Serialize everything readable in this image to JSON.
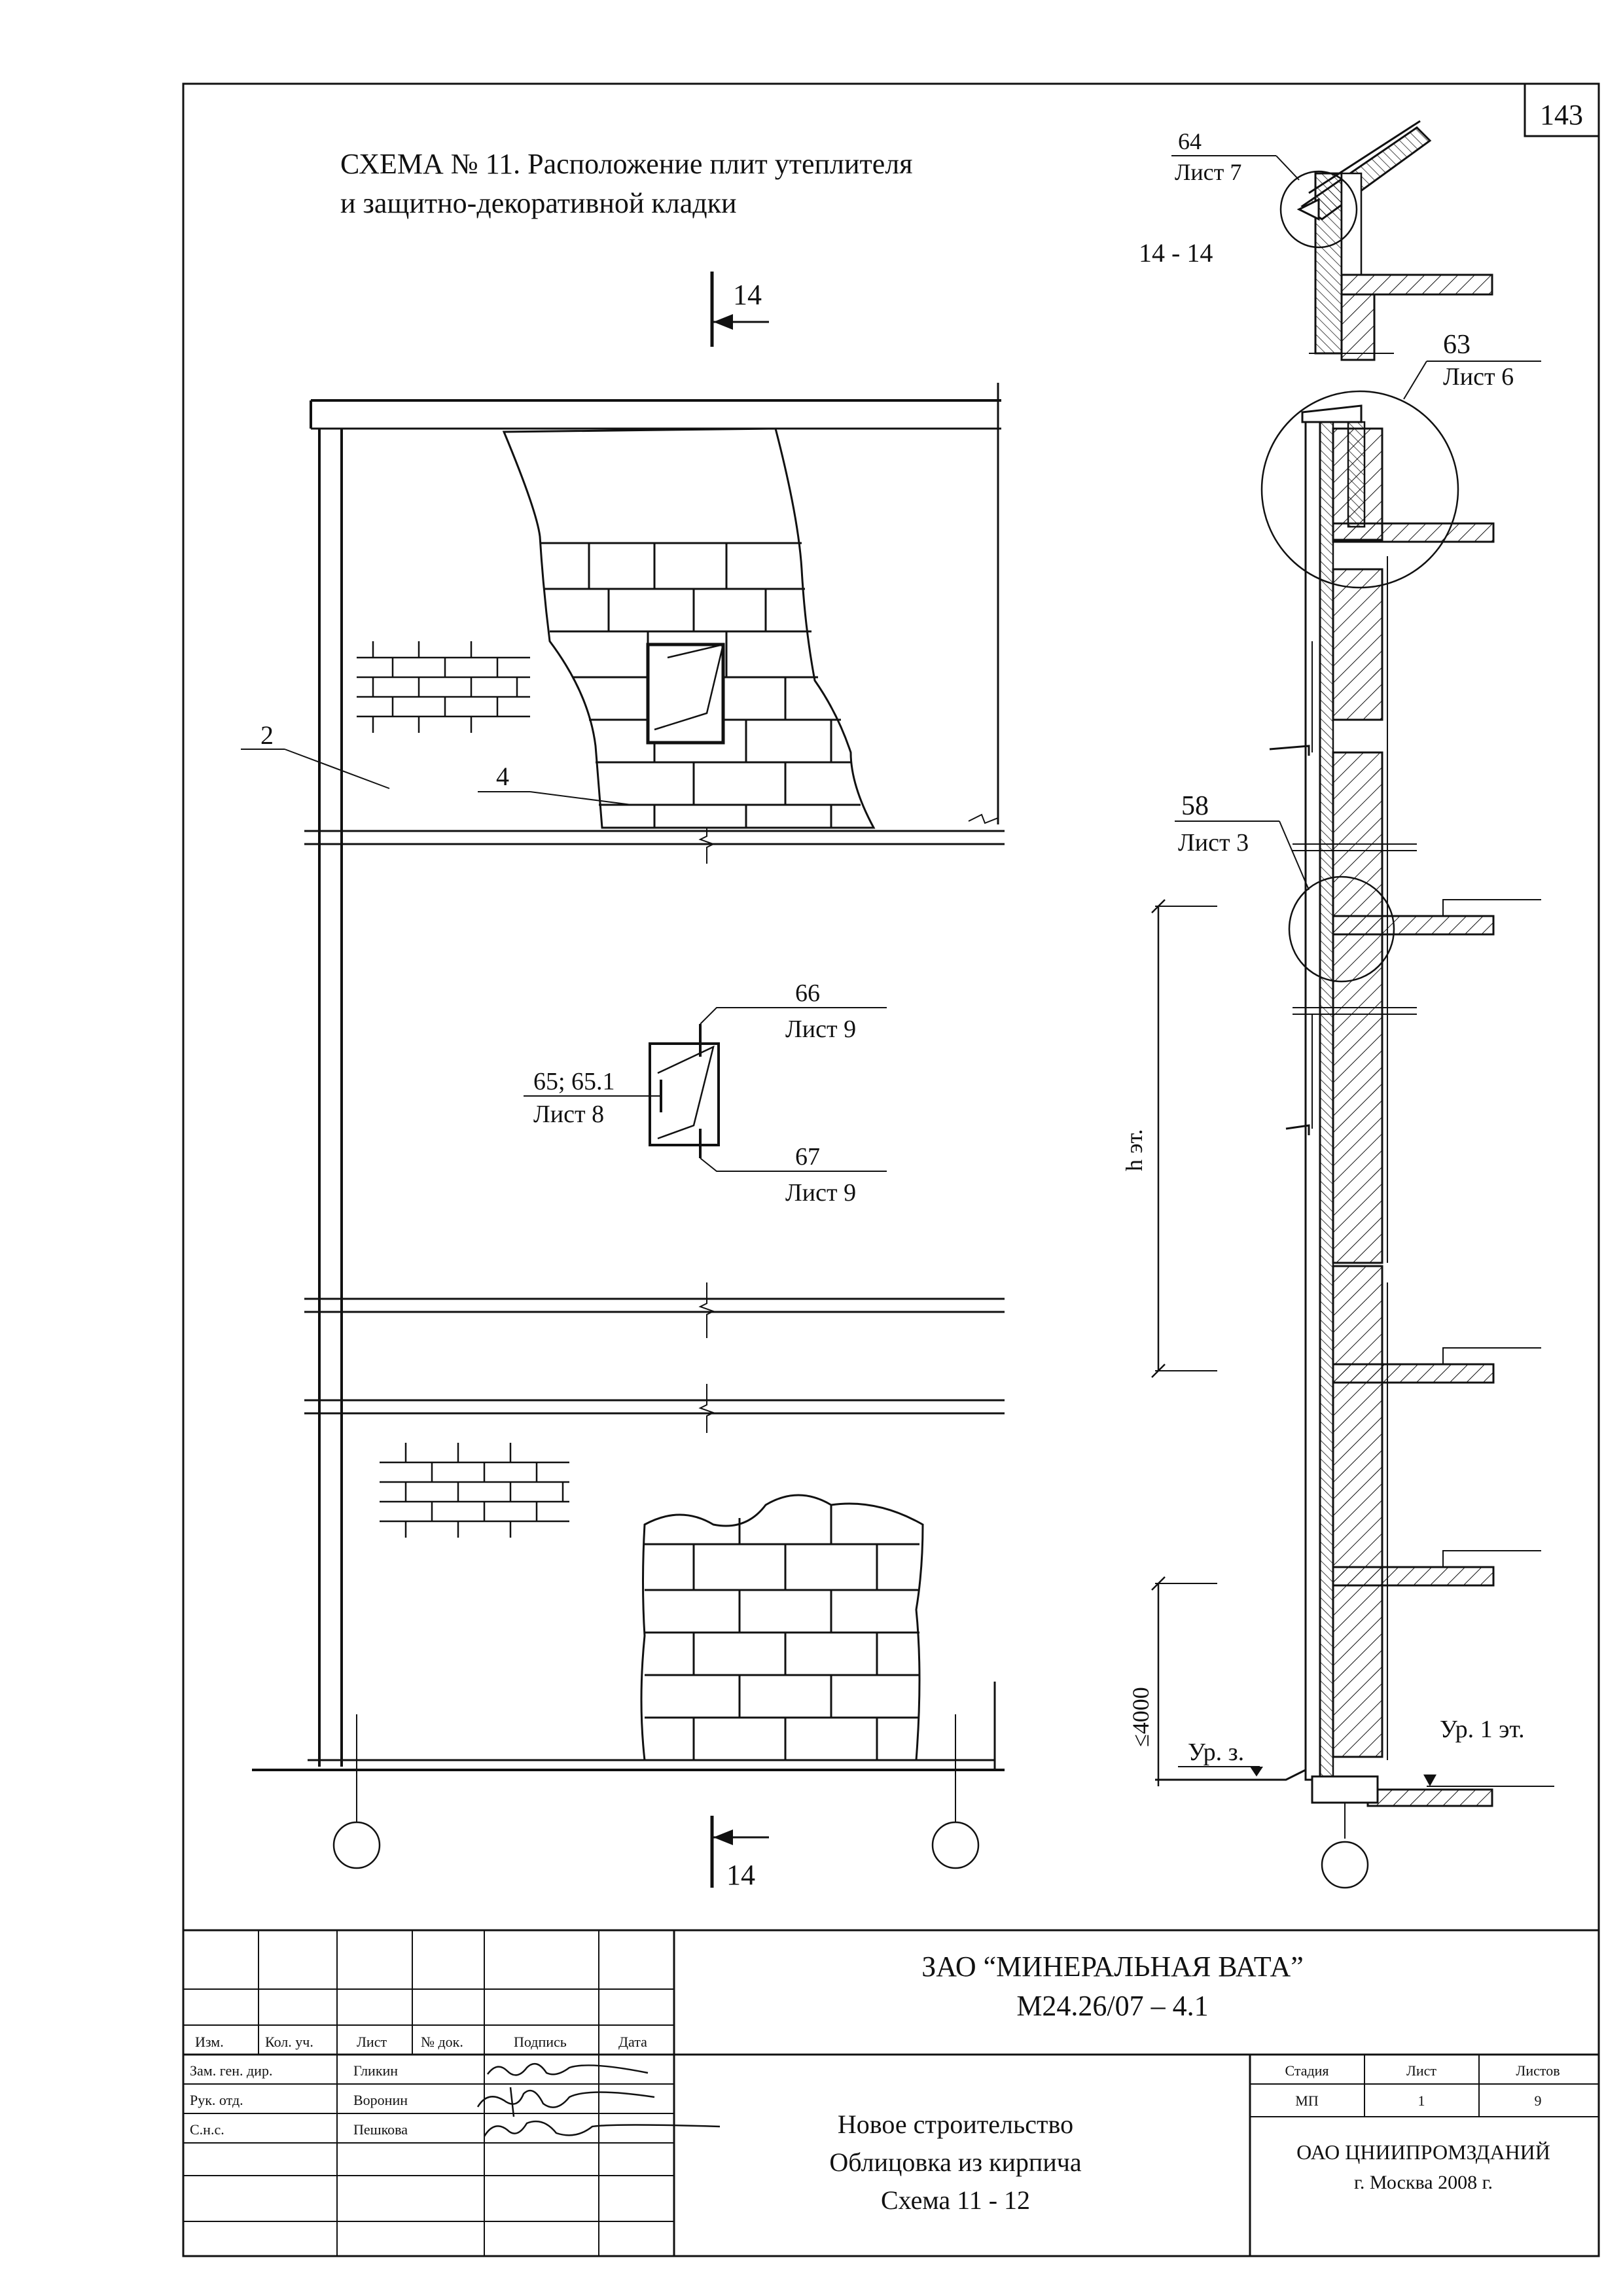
{
  "page_number": "143",
  "scheme_title_line1": "СХЕМА № 11. Расположение плит утеплителя",
  "scheme_title_line2": "и защитно-декоративной кладки",
  "section_label": "14",
  "section_view_label": "14 - 14",
  "callouts": {
    "pos_2": "2",
    "pos_4": "4",
    "node_64": "64",
    "node_64_sheet": "Лист 7",
    "node_63": "63",
    "node_63_sheet": "Лист 6",
    "node_58": "58",
    "node_58_sheet": "Лист 3",
    "node_66": "66",
    "node_66_sheet": "Лист 9",
    "node_65": "65; 65.1",
    "node_65_sheet": "Лист 8",
    "node_67": "67",
    "node_67_sheet": "Лист 9"
  },
  "dimensions": {
    "floor_height": "h эт.",
    "max_height": "≤4000",
    "ground_level": "Ур. з.",
    "first_floor_level": "Ур. 1 эт."
  },
  "title_block": {
    "organization": "ЗАО “МИНЕРАЛЬНАЯ ВАТА”",
    "code": "М24.26/07 – 4.1",
    "headers": [
      "Изм.",
      "Кол. уч.",
      "Лист",
      "№ док.",
      "Подпись",
      "Дата"
    ],
    "signers": [
      {
        "role": "Зам. ген. дир.",
        "name": "Гликин"
      },
      {
        "role": "Рук. отд.",
        "name": "Воронин"
      },
      {
        "role": "С.н.с.",
        "name": "Пешкова"
      }
    ],
    "project_line1": "Новое строительство",
    "project_line2": "Облицовка из кирпича",
    "project_line3": "Схема 11 - 12",
    "stage_header": "Стадия",
    "sheet_header": "Лист",
    "sheets_header": "Листов",
    "stage_value": "МП",
    "sheet_value": "1",
    "sheets_value": "9",
    "institute": "ОАО ЦНИИПРОМЗДАНИЙ",
    "city_year": "г. Москва 2008 г."
  }
}
